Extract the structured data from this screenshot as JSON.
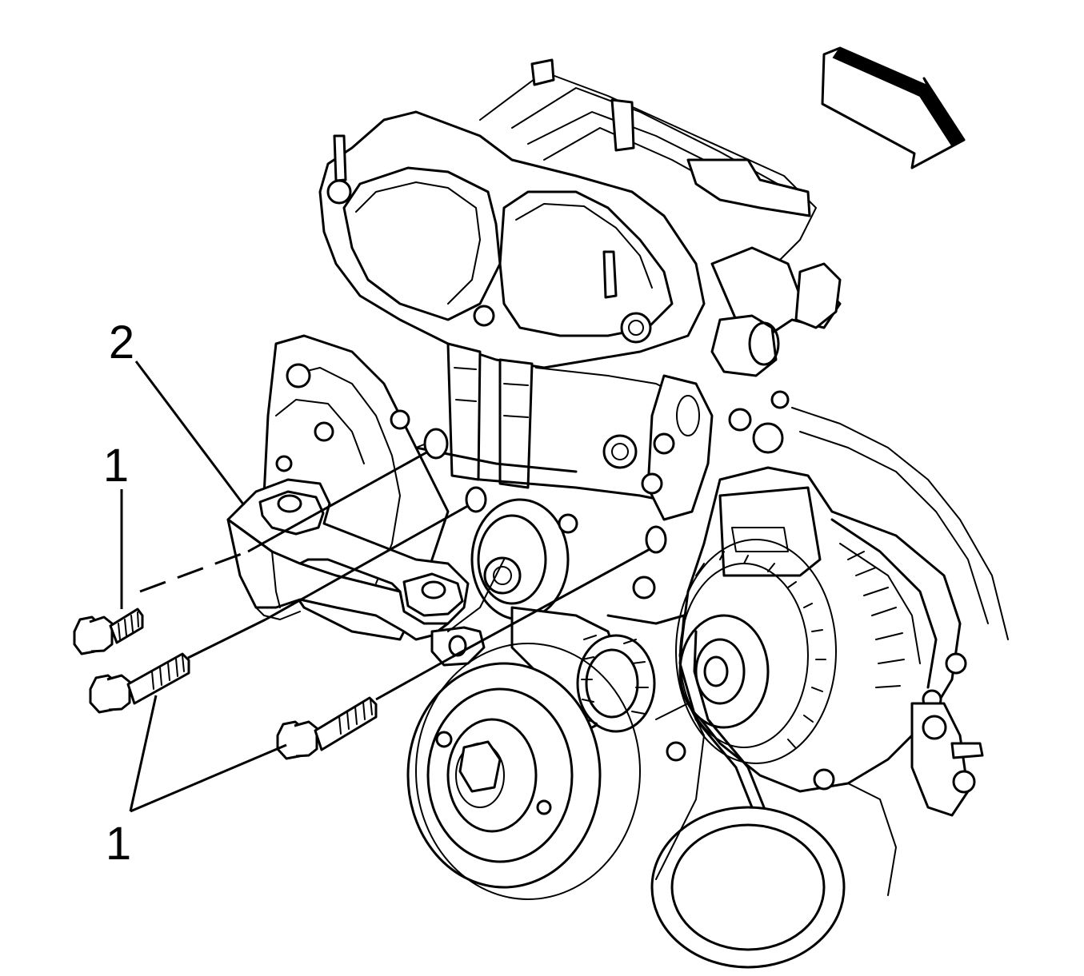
{
  "callouts": {
    "bolt_top": "1",
    "bracket": "2",
    "bolts_bottom": "1"
  },
  "icons": {
    "view_arrow": "direction-arrow-icon"
  },
  "colors": {
    "ink": "#000000",
    "paper": "#ffffff"
  }
}
